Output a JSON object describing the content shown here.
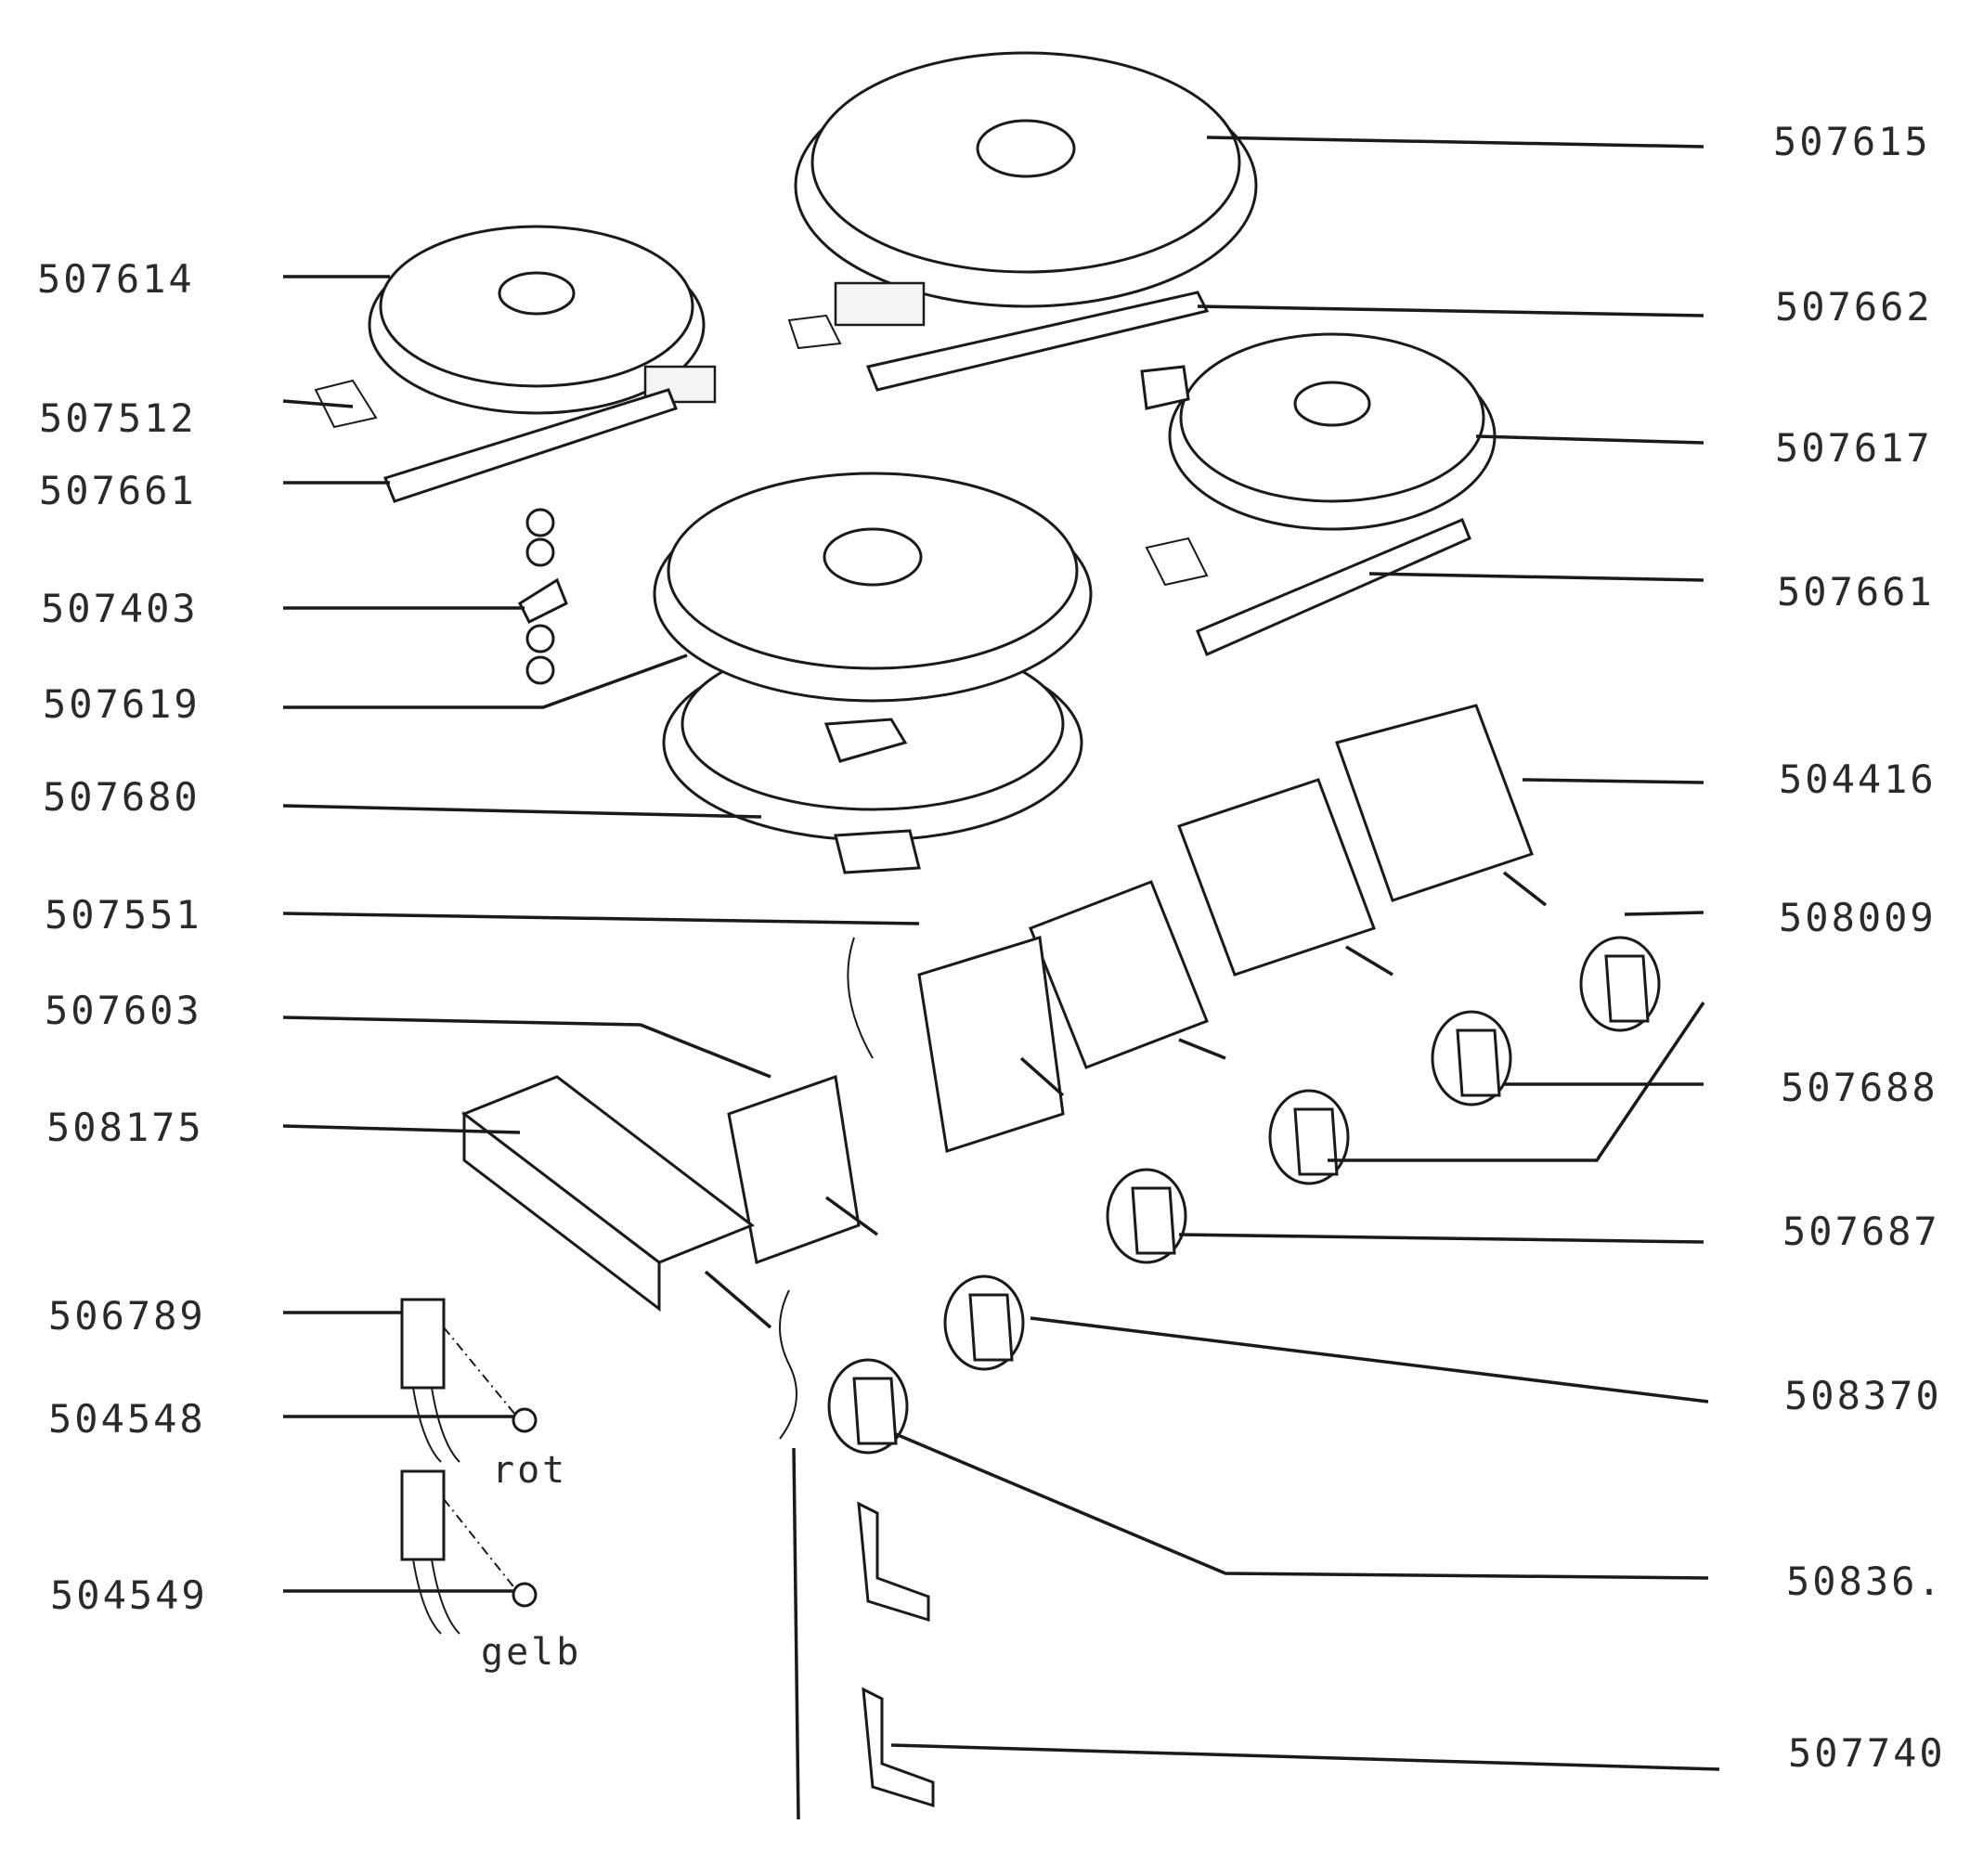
{
  "diagram": {
    "labels_left": [
      "507614",
      "507512",
      "507661",
      "507403",
      "507619",
      "507680",
      "507551",
      "507603",
      "508175",
      "506789",
      "504548",
      "504549"
    ],
    "labels_right": [
      "507615",
      "507662",
      "507617",
      "507661",
      "504416",
      "508009",
      "507688",
      "507687",
      "508370",
      "50836.",
      "507740"
    ],
    "wire_colors": [
      "rot",
      "gelb"
    ]
  }
}
